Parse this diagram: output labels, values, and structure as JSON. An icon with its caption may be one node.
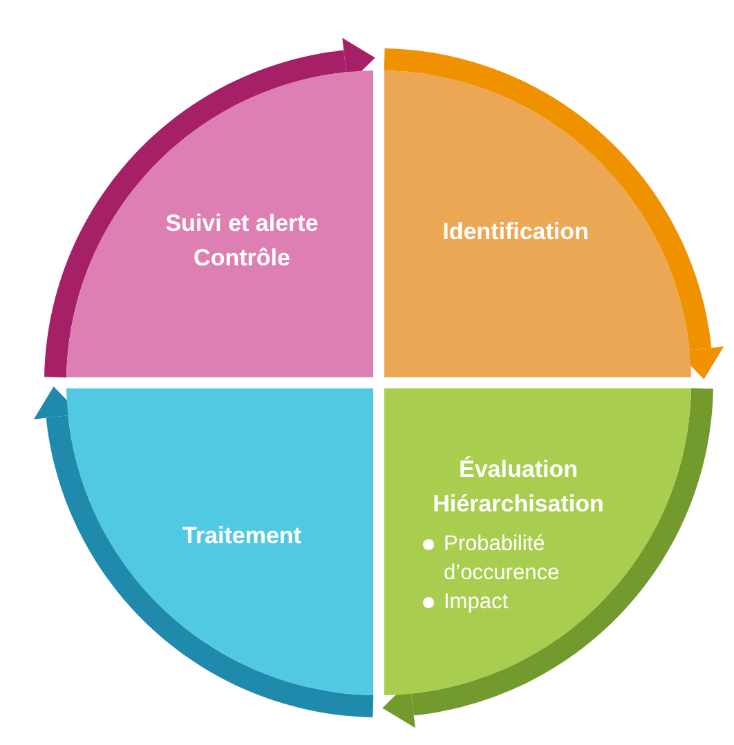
{
  "diagram": {
    "nodes": [
      {
        "text": [
          "Suivi et alerte",
          "Contrôle"
        ]
      },
      {
        "text": [
          "Identification"
        ]
      },
      {
        "text": [
          "Traitement"
        ]
      },
      {
        "text": [
          "Évaluation",
          "Hiérarchisation",
          "Probabilité d’occurence",
          "Impact"
        ]
      }
    ],
    "edges": [
      {
        "from": 0,
        "to": 1,
        "arrow": "to",
        "color": "#a62068"
      },
      {
        "from": 1,
        "to": 3,
        "arrow": "to",
        "color": "#f09100"
      },
      {
        "from": 3,
        "to": 2,
        "arrow": "to",
        "color": "#739a2c"
      },
      {
        "from": 2,
        "to": 0,
        "arrow": "to",
        "color": "#1f8aab"
      }
    ]
  }
}
